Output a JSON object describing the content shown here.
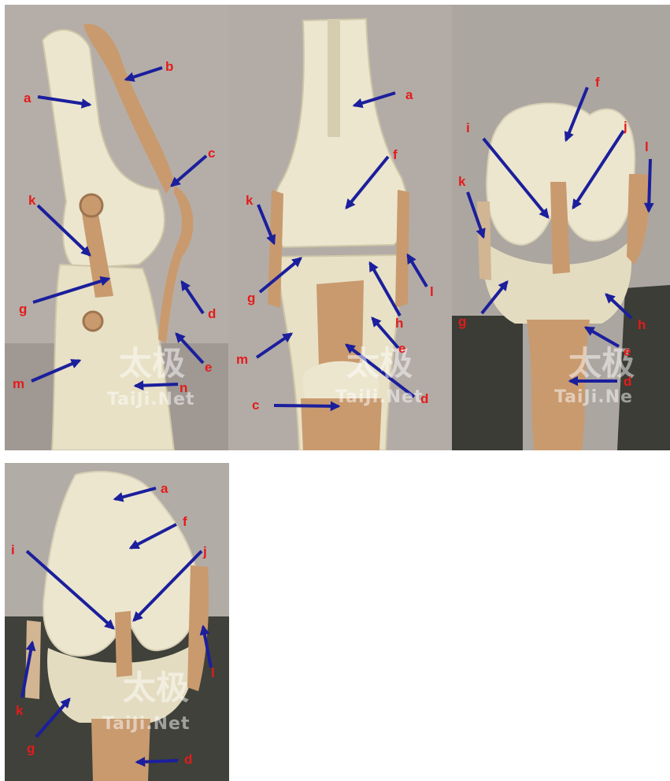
{
  "colors": {
    "label": "#e41b1b",
    "arrow": "#1b1f9c",
    "bone": "#ece6cf",
    "ligament": "#c99a6e",
    "background": "#b5aea8"
  },
  "watermark": {
    "cn": "太极",
    "en": "TaiJi.Net",
    "en_cropped": "TaiJi.Ne"
  },
  "panels": [
    {
      "name": "panel-lateral",
      "labels": [
        "a",
        "b",
        "c",
        "k",
        "g",
        "d",
        "m",
        "e",
        "n"
      ]
    },
    {
      "name": "panel-anterior",
      "labels": [
        "a",
        "f",
        "k",
        "g",
        "l",
        "h",
        "m",
        "e",
        "c",
        "d"
      ]
    },
    {
      "name": "panel-flexed-front",
      "labels": [
        "f",
        "i",
        "j",
        "k",
        "l",
        "g",
        "h",
        "e",
        "d"
      ]
    },
    {
      "name": "panel-flexed-angled",
      "labels": [
        "a",
        "f",
        "i",
        "j",
        "l",
        "k",
        "g",
        "d"
      ]
    }
  ]
}
